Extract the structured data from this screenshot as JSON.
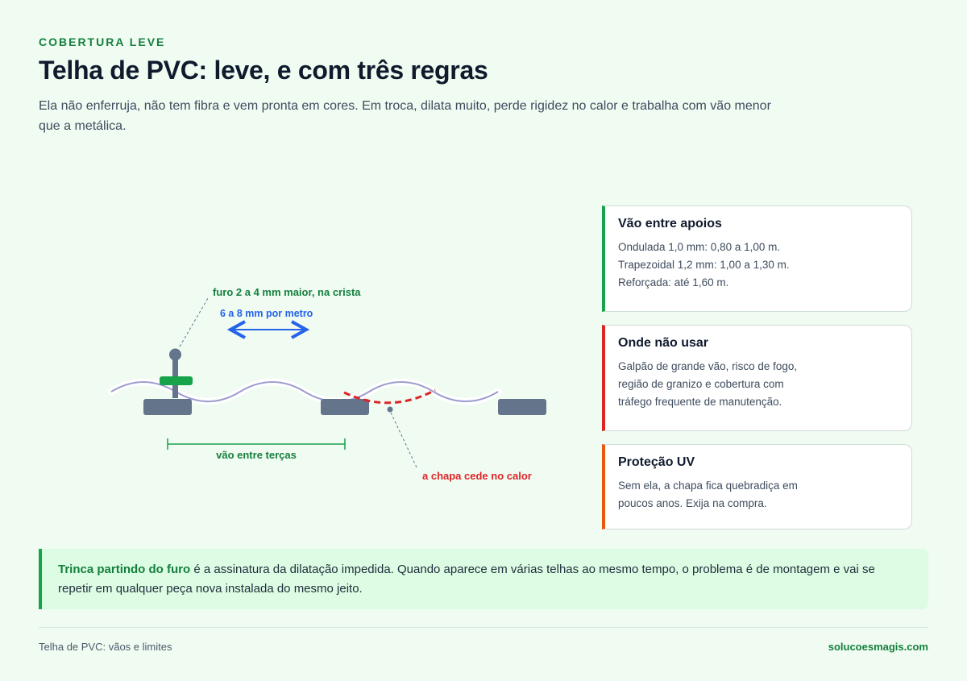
{
  "header": {
    "eyebrow": "COBERTURA LEVE",
    "title": "Telha de PVC: leve, e com três regras",
    "subtitle": "Ela não enferruja, não tem fibra e vem pronta em cores. Em troca, dilata muito, perde rigidez no calor e trabalha com vão menor que a metálica."
  },
  "diagram": {
    "hole_label": "furo 2 a 4 mm maior, na crista",
    "expansion_label": "6 a 8 mm por metro",
    "span_label": "vão entre terças",
    "sag_label": "a chapa cede no calor",
    "colors": {
      "sheet": "#9d9ccf",
      "purlin": "#64748b",
      "green": "#16a34a",
      "blue": "#2563eb",
      "red": "#dc2626"
    }
  },
  "cards": [
    {
      "title": "Vão entre apoios",
      "lines": [
        "Ondulada 1,0 mm: 0,80 a 1,00 m.",
        "Trapezoidal 1,2 mm: 1,00 a 1,30 m.",
        "Reforçada: até 1,60 m."
      ],
      "accent": "#16a34a"
    },
    {
      "title": "Onde não usar",
      "text": "Galpão de grande vão, risco de fogo, região de granizo e cobertura com tráfego frequente de manutenção.",
      "accent": "#dc2626"
    },
    {
      "title": "Proteção UV",
      "text": "Sem ela, a chapa fica quebradiça em poucos anos. Exija na compra.",
      "accent": "#ea580c"
    }
  ],
  "callout": {
    "strong": "Trinca partindo do furo",
    "text": " é a assinatura da dilatação impedida. Quando aparece em várias telhas ao mesmo tempo, o problema é de montagem e vai se repetir em qualquer peça nova instalada do mesmo jeito."
  },
  "footer": {
    "left": "Telha de PVC: vãos e limites",
    "right": "solucoesmagis.com"
  }
}
